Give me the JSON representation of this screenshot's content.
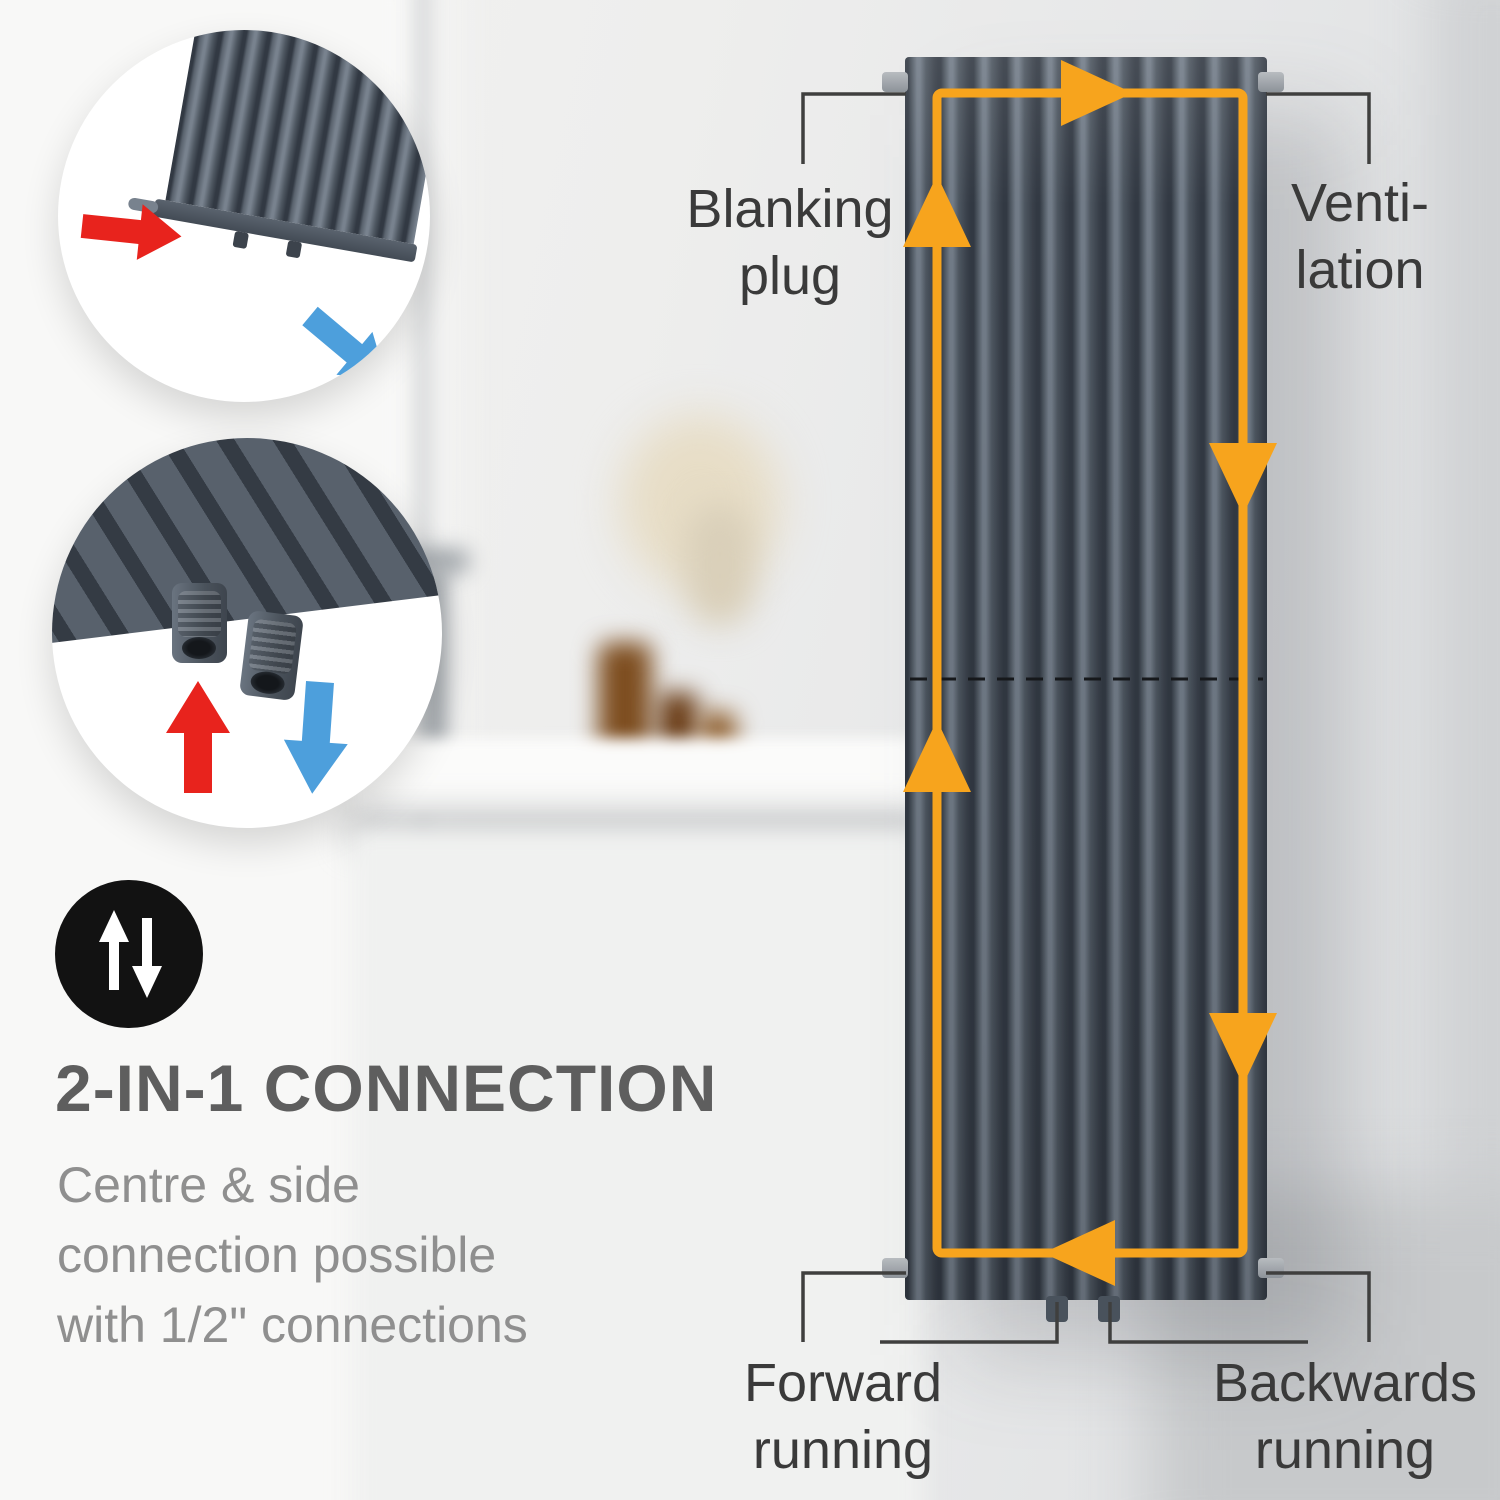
{
  "headline": "2-IN-1 CONNECTION",
  "description": {
    "line1": "Centre & side",
    "line2": "connection possible",
    "line3": "with 1/2\" connections"
  },
  "callouts": {
    "blanking_plug": {
      "line1": "Blanking",
      "line2": "plug"
    },
    "ventilation": {
      "line1": "Venti-",
      "line2": "lation"
    },
    "forward_running": {
      "line1": "Forward",
      "line2": "running"
    },
    "backwards_running": {
      "line1": "Backwards",
      "line2": "running"
    }
  },
  "icons": {
    "two_way_badge": "up-down-arrows-icon",
    "inflow": "red-arrow-icon",
    "outflow": "blue-arrow-icon",
    "flow_loop": "orange-flow-loop-icon"
  },
  "colors": {
    "flow_orange": "#F7A41D",
    "inflow_red": "#E8231D",
    "outflow_blue": "#4D9FDC",
    "radiator_grey": "#57606B",
    "headline_grey": "#5E5E5E",
    "body_grey": "#8F8F8F",
    "label_grey": "#3A3A3A"
  }
}
